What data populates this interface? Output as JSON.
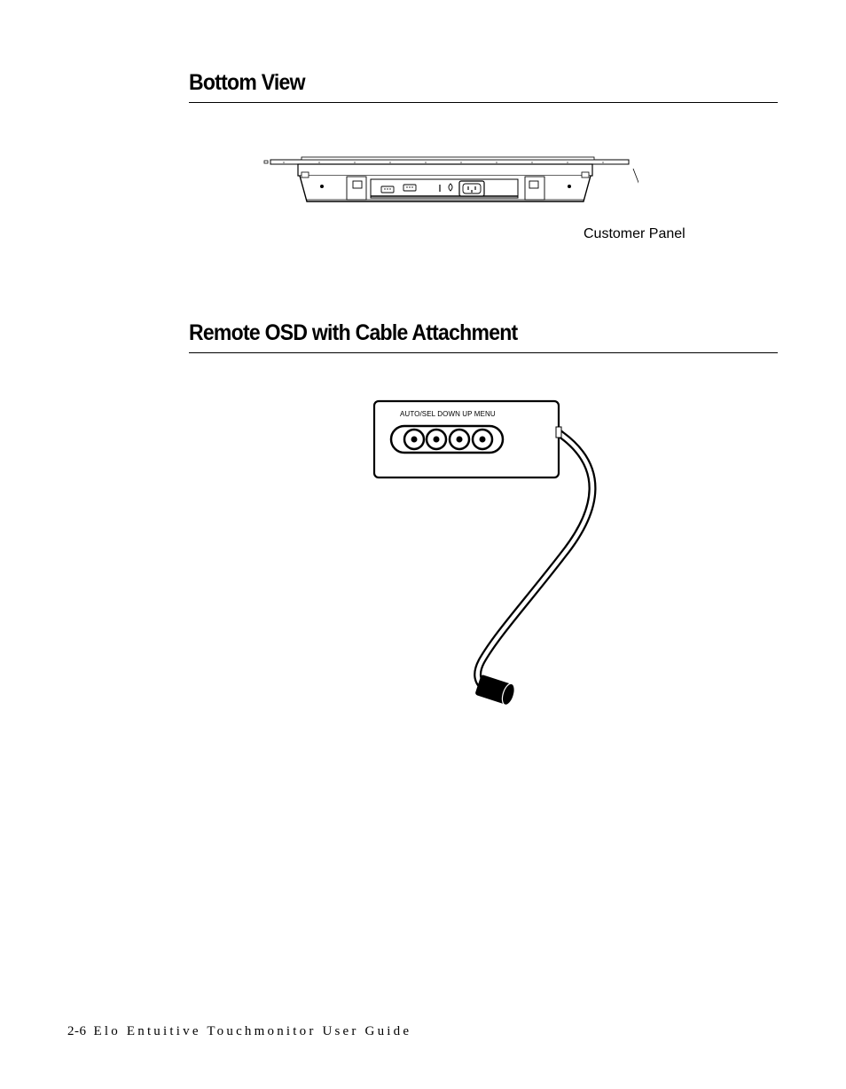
{
  "sections": [
    {
      "heading": "Bottom View"
    },
    {
      "heading": "Remote OSD with Cable Attachment"
    }
  ],
  "bottom_view": {
    "callout": "Customer Panel"
  },
  "remote_osd": {
    "button_labels": "AUTO/SEL DOWN UP MENU"
  },
  "footer": {
    "page_number": "2-6",
    "guide_title": "Elo Entuitive Touchmonitor User Guide"
  }
}
